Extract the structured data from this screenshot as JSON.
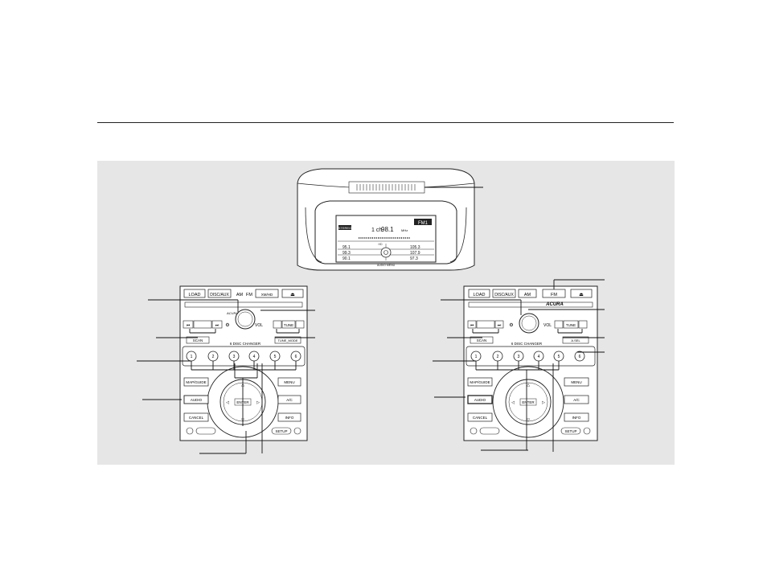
{
  "display": {
    "badge_stereo": "STEREO",
    "band": "FM1",
    "freq_prefix": "1 ch",
    "frequency": "98.1",
    "unit": "MHz",
    "presets_left": [
      "95.1",
      "99.3",
      "90.1"
    ],
    "presets_right": [
      "105.3",
      "107.9",
      "97.3"
    ],
    "hd_label": "HD",
    "audio_menu": "AUDIO MENU"
  },
  "left_unit": {
    "load": "LOAD",
    "disc_aux": "DISC/AUX",
    "am": "AM",
    "fm": "FM",
    "xm_hd": "XM/HD",
    "eject": "⏏",
    "scan": "SCAN",
    "vol": "VOL",
    "tune": "TUNE",
    "tune_knob_label": "TUNE_MODE",
    "changer": "6 DISC CHANGER",
    "presets": [
      "1",
      "2",
      "3",
      "4",
      "5",
      "6"
    ],
    "map_guide": "MAP/GUIDE",
    "menu": "MENU",
    "audio": "AUDIO",
    "aux": "A/C",
    "cancel": "CANCEL",
    "info": "INFO",
    "setup": "SETUP",
    "enter": "ENTER",
    "brand": "ACURA"
  },
  "right_unit": {
    "load": "LOAD",
    "disc_aux": "DISC/AUX",
    "am": "AM",
    "fm": "FM",
    "eject": "⏏",
    "scan": "SCAN",
    "vol": "VOL",
    "tune": "TUNE",
    "tune_knob_label": "A.SEL",
    "changer": "6 DISC CHANGER",
    "presets": [
      "1",
      "2",
      "3",
      "4",
      "5",
      "6"
    ],
    "map_guide": "MAP/GUIDE",
    "menu": "MENU",
    "audio": "AUDIO",
    "aux": "A/C",
    "cancel": "CANCEL",
    "info": "INFO",
    "setup": "SETUP",
    "enter": "ENTER",
    "brand": "ACURA"
  }
}
